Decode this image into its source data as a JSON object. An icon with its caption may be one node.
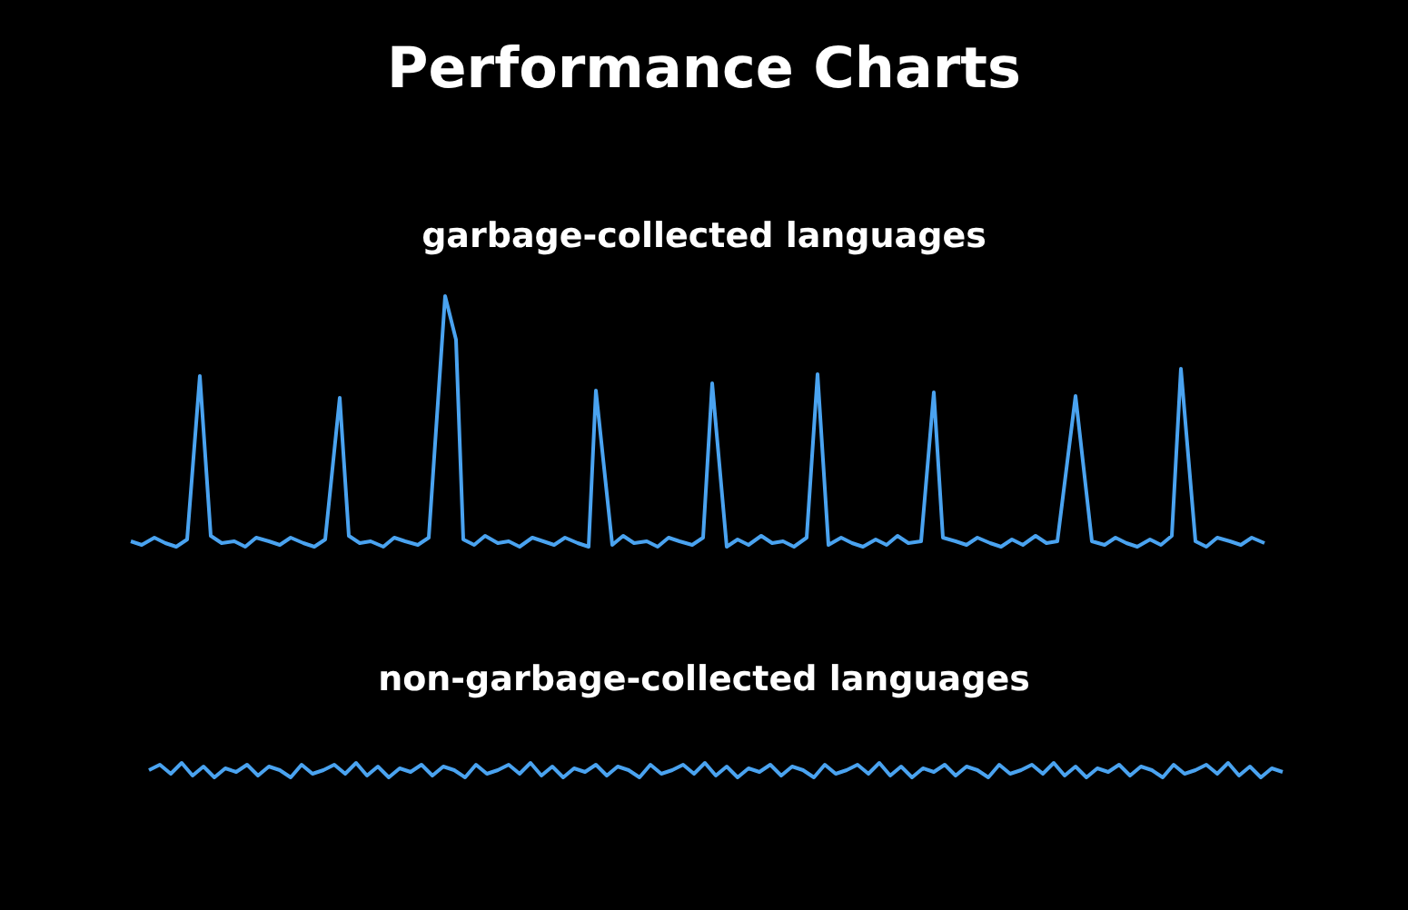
{
  "diagram": {
    "title": "Performance Charts",
    "labels": [
      "garbage-collected languages",
      "non-garbage-collected languages"
    ]
  }
}
